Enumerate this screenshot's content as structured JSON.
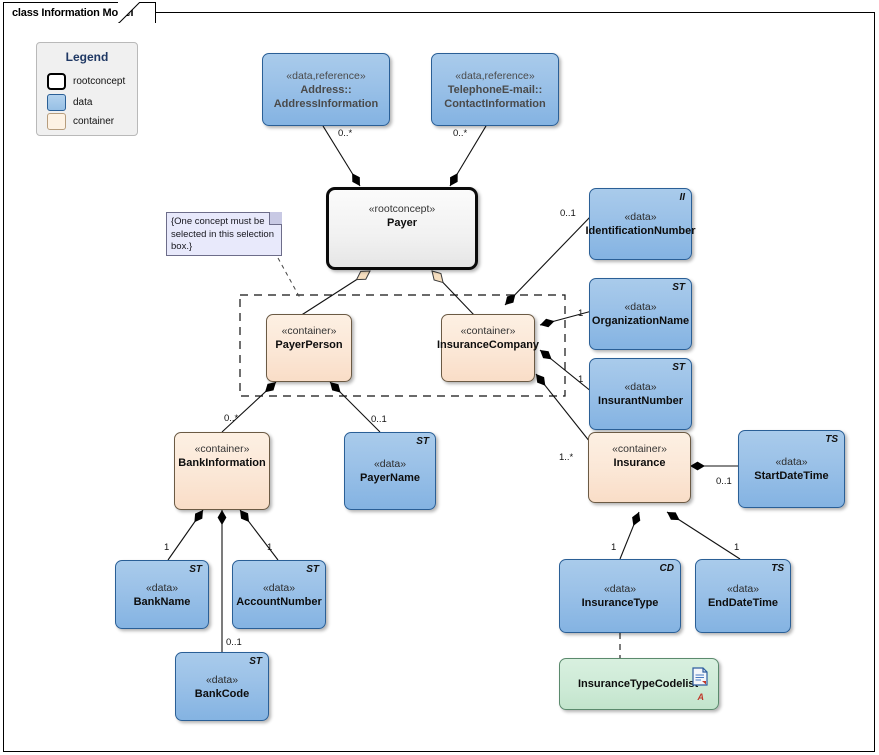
{
  "diagram": {
    "tab_label": "class Information Model",
    "note": "{One concept must be selected in this selection box.}"
  },
  "legend": {
    "title": "Legend",
    "items": [
      {
        "label": "rootconcept",
        "swatch": "rootconcept-swatch"
      },
      {
        "label": "data",
        "swatch": "data-swatch"
      },
      {
        "label": "container",
        "swatch": "container-swatch"
      }
    ]
  },
  "nodes": [
    {
      "id": "address",
      "stereotype": "«data,reference»",
      "name": "Address::",
      "name2": "AddressInformation",
      "kind": "reference",
      "dtype": ""
    },
    {
      "id": "contact",
      "stereotype": "«data,reference»",
      "name": "TelephoneE-mail::",
      "name2": "ContactInformation",
      "kind": "reference",
      "dtype": ""
    },
    {
      "id": "payer",
      "stereotype": "«rootconcept»",
      "name": "Payer",
      "name2": "",
      "kind": "rootconcept",
      "dtype": ""
    },
    {
      "id": "payerperson",
      "stereotype": "«container»",
      "name": "PayerPerson",
      "name2": "",
      "kind": "container",
      "dtype": ""
    },
    {
      "id": "insurancecomp",
      "stereotype": "«container»",
      "name": "InsuranceCompany",
      "name2": "",
      "kind": "container",
      "dtype": ""
    },
    {
      "id": "identnumber",
      "stereotype": "«data»",
      "name": "IdentificationNumber",
      "name2": "",
      "kind": "data",
      "dtype": "II"
    },
    {
      "id": "orgname",
      "stereotype": "«data»",
      "name": "OrganizationName",
      "name2": "",
      "kind": "data",
      "dtype": "ST"
    },
    {
      "id": "insurantnumber",
      "stereotype": "«data»",
      "name": "InsurantNumber",
      "name2": "",
      "kind": "data",
      "dtype": "ST"
    },
    {
      "id": "bankinfo",
      "stereotype": "«container»",
      "name": "BankInformation",
      "name2": "",
      "kind": "container",
      "dtype": ""
    },
    {
      "id": "payername",
      "stereotype": "«data»",
      "name": "PayerName",
      "name2": "",
      "kind": "data",
      "dtype": "ST"
    },
    {
      "id": "insurance",
      "stereotype": "«container»",
      "name": "Insurance",
      "name2": "",
      "kind": "container",
      "dtype": ""
    },
    {
      "id": "startdatetime",
      "stereotype": "«data»",
      "name": "StartDateTime",
      "name2": "",
      "kind": "data",
      "dtype": "TS"
    },
    {
      "id": "bankname",
      "stereotype": "«data»",
      "name": "BankName",
      "name2": "",
      "kind": "data",
      "dtype": "ST"
    },
    {
      "id": "accountnumber",
      "stereotype": "«data»",
      "name": "AccountNumber",
      "name2": "",
      "kind": "data",
      "dtype": "ST"
    },
    {
      "id": "insurancetype",
      "stereotype": "«data»",
      "name": "InsuranceType",
      "name2": "",
      "kind": "data",
      "dtype": "CD"
    },
    {
      "id": "enddatetime",
      "stereotype": "«data»",
      "name": "EndDateTime",
      "name2": "",
      "kind": "data",
      "dtype": "TS"
    },
    {
      "id": "bankcode",
      "stereotype": "«data»",
      "name": "BankCode",
      "name2": "",
      "kind": "data",
      "dtype": "ST"
    },
    {
      "id": "codelist",
      "stereotype": "",
      "name": "InsuranceTypeCodelist",
      "name2": "",
      "kind": "codelist",
      "dtype": ""
    }
  ],
  "multiplicities": [
    {
      "id": "m-address-payer",
      "text": "0..*"
    },
    {
      "id": "m-contact-payer",
      "text": "0..*"
    },
    {
      "id": "m-payer-identnumber",
      "text": "0..1"
    },
    {
      "id": "m-ic-orgname",
      "text": "1"
    },
    {
      "id": "m-ic-insurantnumber",
      "text": "1"
    },
    {
      "id": "m-ic-insurance",
      "text": "1..*"
    },
    {
      "id": "m-pp-bankinfo",
      "text": "0..*"
    },
    {
      "id": "m-pp-payername",
      "text": "0..1"
    },
    {
      "id": "m-insurance-start",
      "text": "0..1"
    },
    {
      "id": "m-bi-bankname",
      "text": "1"
    },
    {
      "id": "m-bi-accountnumber",
      "text": "1"
    },
    {
      "id": "m-bi-bankcode",
      "text": "0..1"
    },
    {
      "id": "m-ins-insurancetype",
      "text": "1"
    },
    {
      "id": "m-ins-enddatetime",
      "text": "1"
    }
  ],
  "codelist_icons": {
    "document": "document-icon",
    "annotation": "A"
  },
  "colors": {
    "data_fill": "#9cc2e8",
    "container_fill": "#fbe7d6",
    "rootconcept_fill": "#f1f1f1",
    "codelist_fill": "#cdead6",
    "note_fill": "#e8e9fb",
    "legend_title": "#1f3864",
    "line": "#000000"
  }
}
